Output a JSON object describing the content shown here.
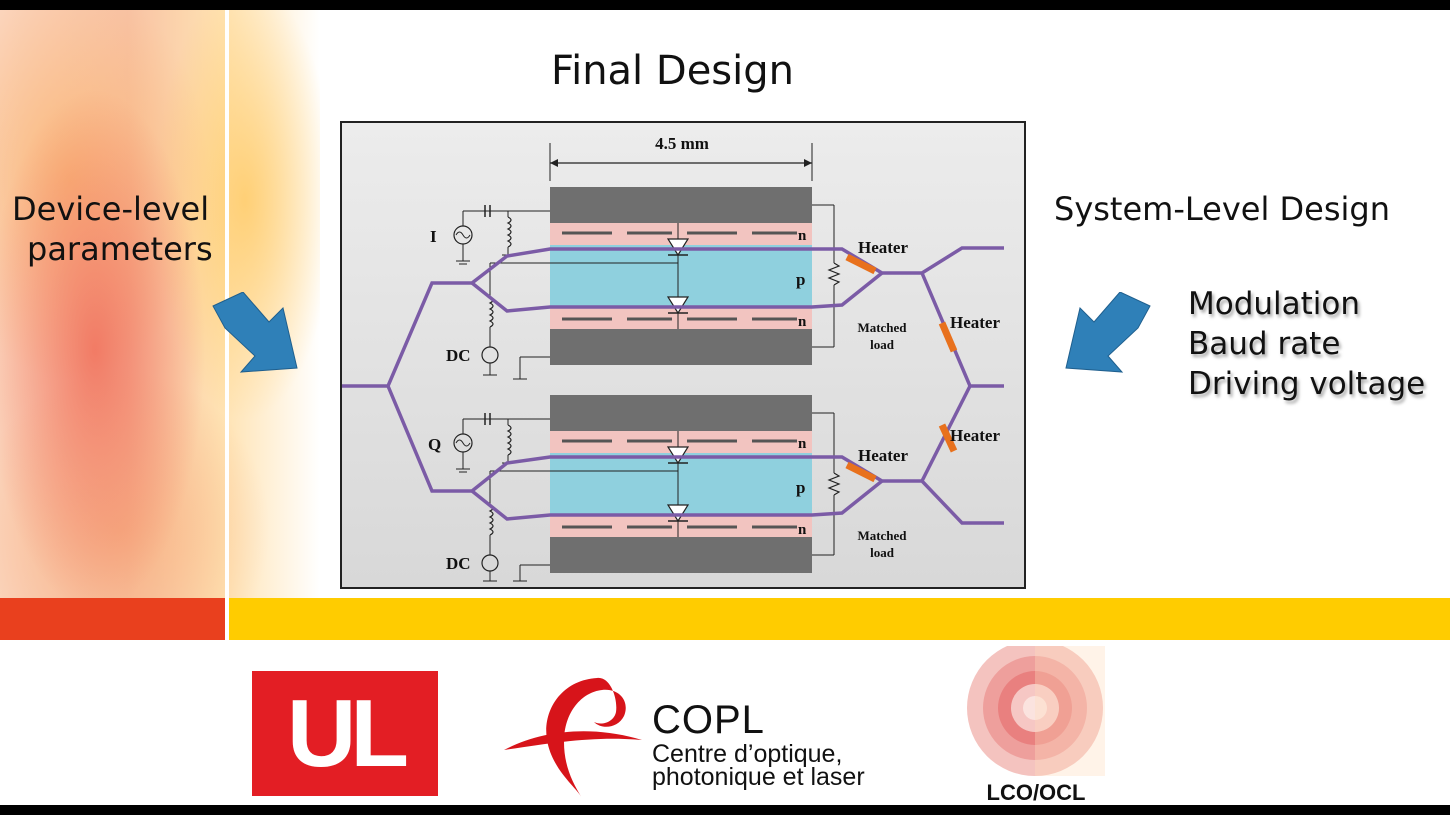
{
  "slide": {
    "title": "Final Design",
    "left_label": {
      "line1": "Device-level",
      "line2": "parameters"
    },
    "right_title": "System-Level Design",
    "right_items": [
      "Modulation",
      "Baud rate",
      "Driving voltage"
    ]
  },
  "diagram": {
    "length_label": "4.5 mm",
    "top_arm": {
      "source": "I",
      "bias": "DC",
      "n_top": "n",
      "p": "p",
      "n_bottom": "n",
      "heater": "Heater",
      "load_l1": "Matched",
      "load_l2": "load"
    },
    "bottom_arm": {
      "source": "Q",
      "bias": "DC",
      "n_top": "n",
      "p": "p",
      "n_bottom": "n",
      "heater": "Heater",
      "load_l1": "Matched",
      "load_l2": "load"
    },
    "heater_mid_top": "Heater",
    "heater_mid_bottom": "Heater",
    "colors": {
      "waveguide": "#7b5ba6",
      "electrode": "#6f6f6f",
      "n_region": "#f2c4c0",
      "p_region": "#8fd0de",
      "heater": "#e8711d"
    }
  },
  "logos": {
    "ul": "UL",
    "copl_name": "COPL",
    "copl_line1": "Centre d’optique,",
    "copl_line2": "photonique et laser",
    "lco": "LCO/OCL"
  },
  "colors": {
    "red_bar": "#e9401e",
    "yellow_bar": "#ffcc00",
    "arrow": "#2f80b8",
    "ul_red": "#e31e24"
  }
}
